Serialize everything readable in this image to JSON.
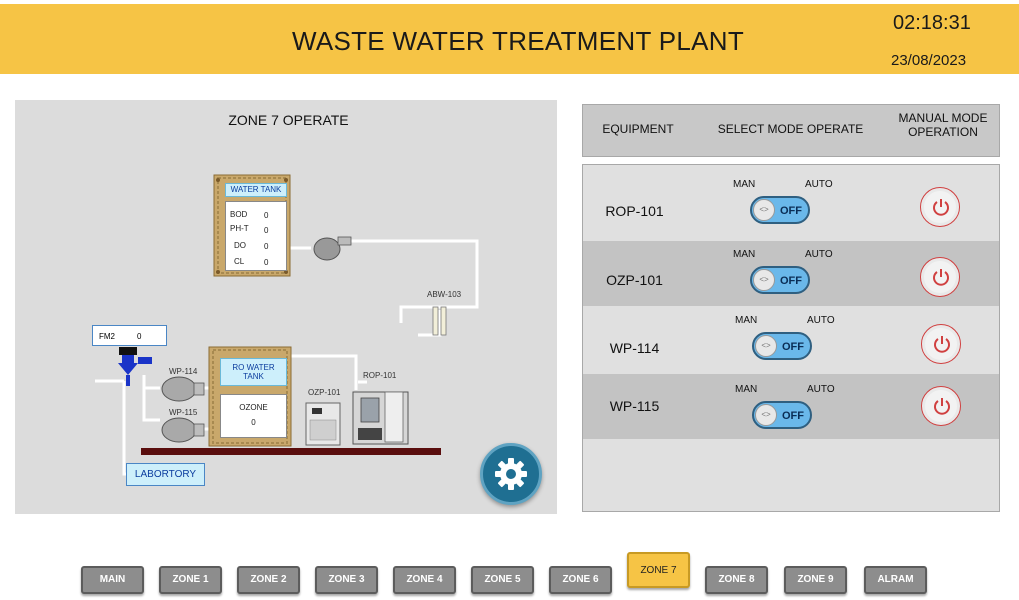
{
  "header": {
    "title": "WASTE WATER TREATMENT PLANT",
    "time": "02:18:31",
    "date": "23/08/2023",
    "background_color": "#f6c445"
  },
  "zone": {
    "title": "ZONE 7 OPERATE",
    "water_tank": {
      "label": "WATER TANK",
      "params": [
        {
          "name": "BOD",
          "value": "0"
        },
        {
          "name": "PH-T",
          "value": "0"
        },
        {
          "name": "DO",
          "value": "0"
        },
        {
          "name": "CL",
          "value": "0"
        }
      ]
    },
    "ro_water_tank": {
      "label": "RO WATER TANK"
    },
    "ozone": {
      "label": "OZONE",
      "value": "0"
    },
    "fm2": {
      "label": "FM2",
      "value": "0"
    },
    "labortory": "LABORTORY",
    "equipment_labels": {
      "wp114": "WP-114",
      "wp115": "WP-115",
      "ozp101": "OZP-101",
      "rop101": "ROP-101",
      "abw103": "ABW-103"
    },
    "settings_icon": "gear-icon"
  },
  "table": {
    "headers": {
      "equipment": "EQUIPMENT",
      "select_mode": "SELECT MODE OPERATE",
      "manual_mode": "MANUAL MODE OPERATION"
    },
    "man_label": "MAN",
    "auto_label": "AUTO",
    "rows": [
      {
        "equipment": "ROP-101",
        "state": "OFF"
      },
      {
        "equipment": "OZP-101",
        "state": "OFF"
      },
      {
        "equipment": "WP-114",
        "state": "OFF"
      },
      {
        "equipment": "WP-115",
        "state": "OFF"
      }
    ],
    "power_icon": "power-icon",
    "toggle_color": "#6ab8ea",
    "power_color": "#d04040"
  },
  "nav": {
    "items": [
      "MAIN",
      "ZONE 1",
      "ZONE 2",
      "ZONE 3",
      "ZONE 4",
      "ZONE 5",
      "ZONE 6",
      "ZONE 7",
      "ZONE 8",
      "ZONE 9",
      "ALRAM"
    ],
    "active": "ZONE 7",
    "active_color": "#f6c445",
    "inactive_color": "#8d8d8d"
  }
}
